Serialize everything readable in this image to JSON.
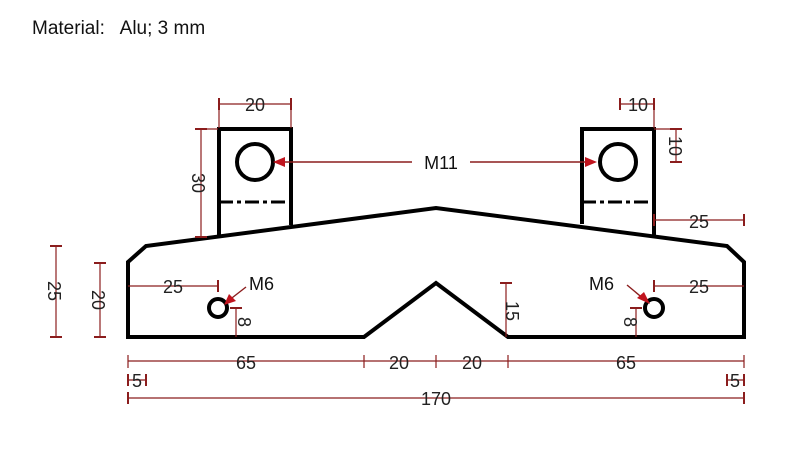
{
  "material": {
    "label": "Material:",
    "value": "Alu; 3 mm"
  },
  "labels": {
    "m11": "M11",
    "m6_left": "M6",
    "m6_right": "M6"
  },
  "dims": {
    "tab_left_width": "20",
    "tab_right_width": "10",
    "tab_right_hole": "10",
    "tab_left_height": "30",
    "right_offset_top": "25",
    "overall_height": "25",
    "side_height": "20",
    "left_hole_x": "25",
    "right_hole_x": "25",
    "left_hole_y": "8",
    "right_hole_y": "8",
    "notch_depth": "15",
    "seg1": "65",
    "seg2": "20",
    "seg3": "20",
    "seg4": "65",
    "chamfer_left": "5",
    "chamfer_right": "5",
    "total": "170"
  },
  "colors": {
    "outline": "#000000",
    "dimension": "#8b1d1d",
    "arrow": "#c0141e"
  }
}
